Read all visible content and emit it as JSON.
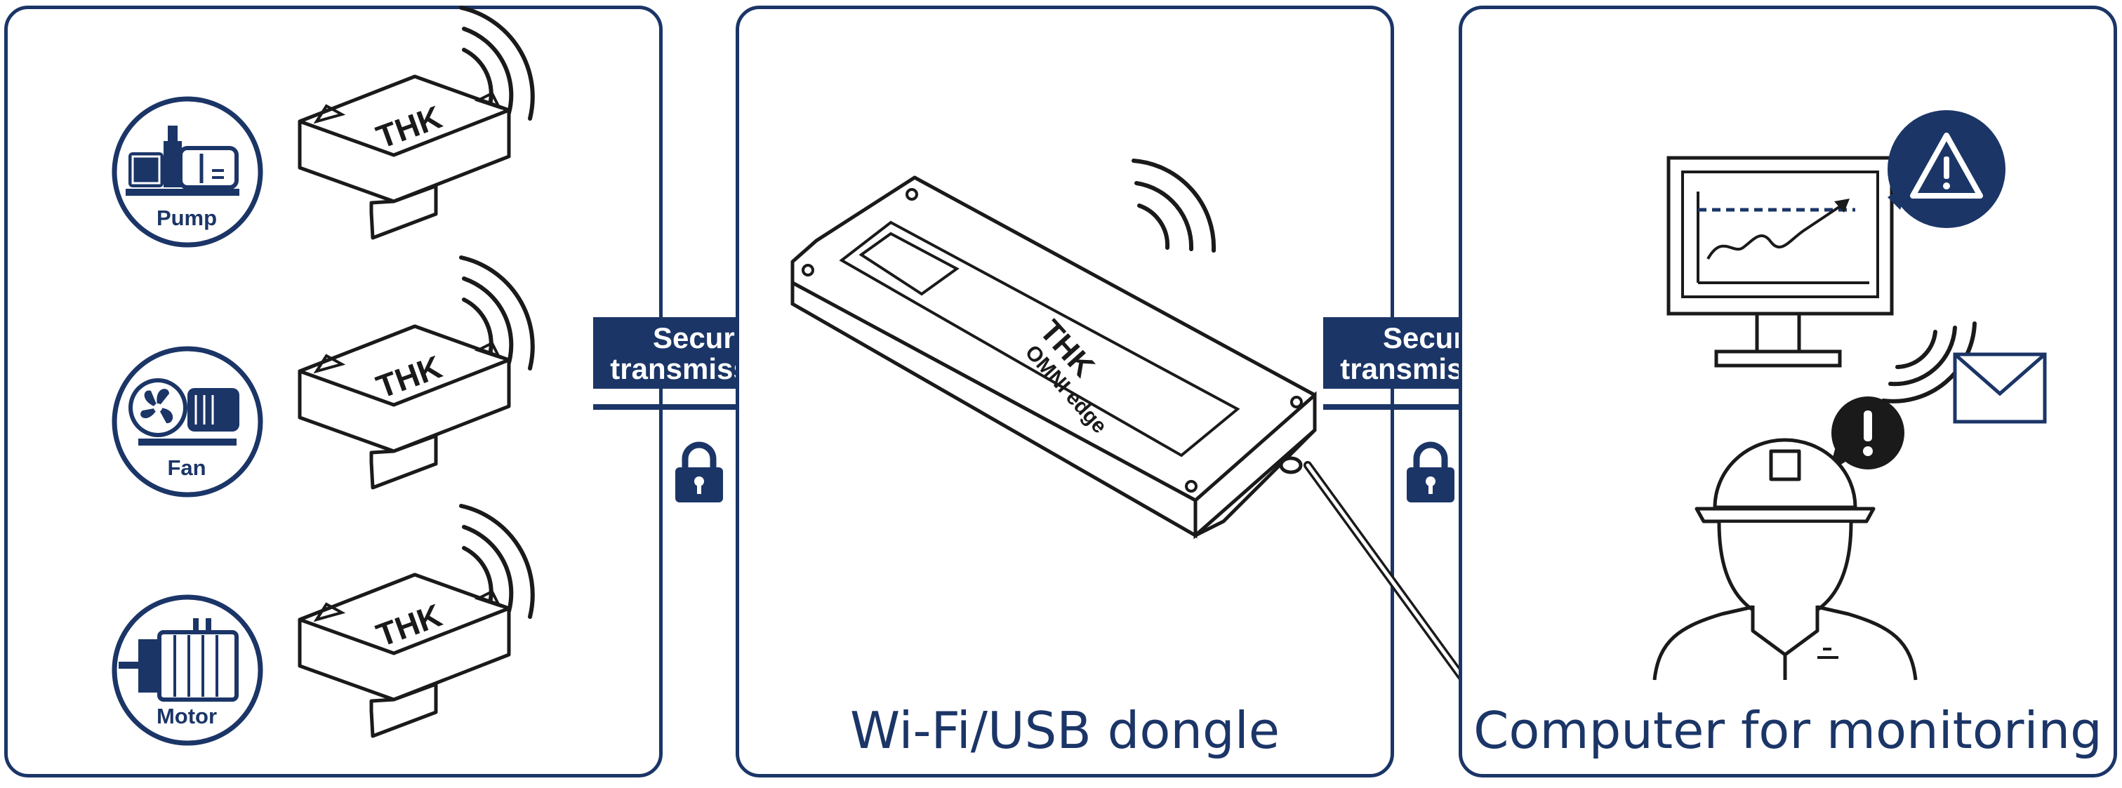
{
  "panels": {
    "sensors": {
      "machines": [
        {
          "label": "Pump",
          "icon": "pump-icon"
        },
        {
          "label": "Fan",
          "icon": "fan-icon"
        },
        {
          "label": "Motor",
          "icon": "motor-icon"
        }
      ],
      "sensor_brand": "THK"
    },
    "dongle": {
      "caption": "Wi-Fi/USB dongle",
      "device_brand": "THK",
      "device_name": "OMNI edge"
    },
    "monitor": {
      "caption": "Computer for monitoring"
    }
  },
  "links": [
    {
      "label_line1": "Secure",
      "label_line2": "transmission",
      "icon": "lock-icon"
    },
    {
      "label_line1": "Secure",
      "label_line2": "transmission",
      "icon": "lock-icon"
    }
  ],
  "colors": {
    "accent": "#1b3567",
    "line": "#1a1a1a",
    "background": "#ffffff"
  }
}
